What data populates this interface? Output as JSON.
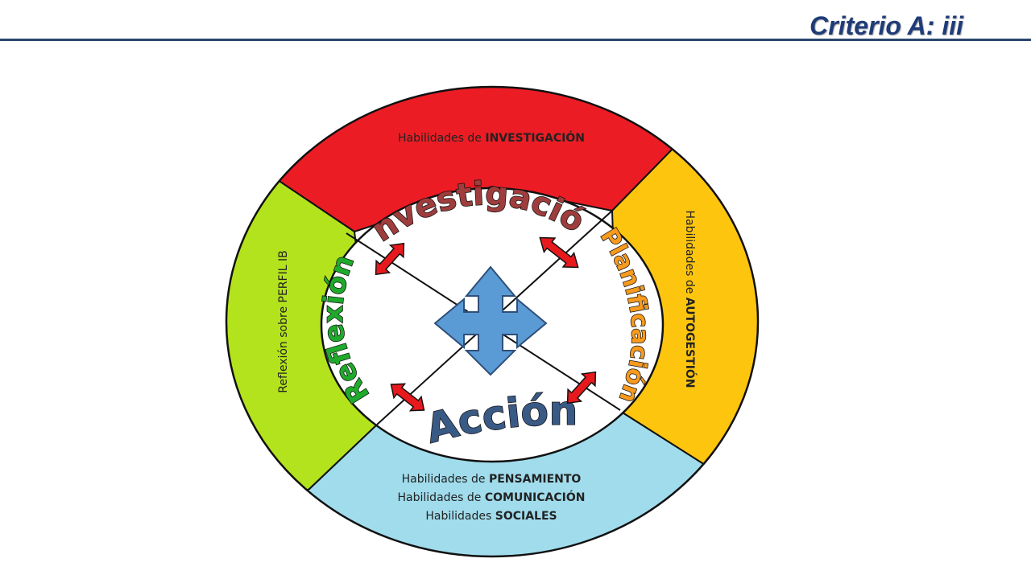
{
  "header": {
    "title": "Criterio A: iii"
  },
  "diagram": {
    "segments": {
      "top": {
        "prefix": "Habilidades de ",
        "strong": "INVESTIGACIÓN",
        "color": "#ec1c24"
      },
      "right": {
        "prefix": "Habilidades de ",
        "strong": "AUTOGESTIÓN",
        "color": "#fec50f"
      },
      "bottom": {
        "color": "#a0dcec",
        "lines": [
          {
            "prefix": "Habilidades de ",
            "strong": "PENSAMIENTO"
          },
          {
            "prefix": "Habilidades de ",
            "strong": "COMUNICACIÓN"
          },
          {
            "prefix": "Habilidades ",
            "strong": "SOCIALES"
          }
        ]
      },
      "left": {
        "text": "Reflexión sobre PERFIL IB",
        "color": "#b3e31d"
      }
    },
    "phases": {
      "investigacion": {
        "text": "Investigación",
        "color": "#9f3d3d"
      },
      "planificacion": {
        "text": "Planificación",
        "color": "#f79a1e"
      },
      "accion": {
        "text": "Acción",
        "color": "#3a5a86"
      },
      "reflexion": {
        "text": "Reflexión",
        "color": "#1faa2c"
      }
    },
    "center_arrow_color": "#5b9bd5",
    "small_arrow_color": "#e8191c"
  }
}
